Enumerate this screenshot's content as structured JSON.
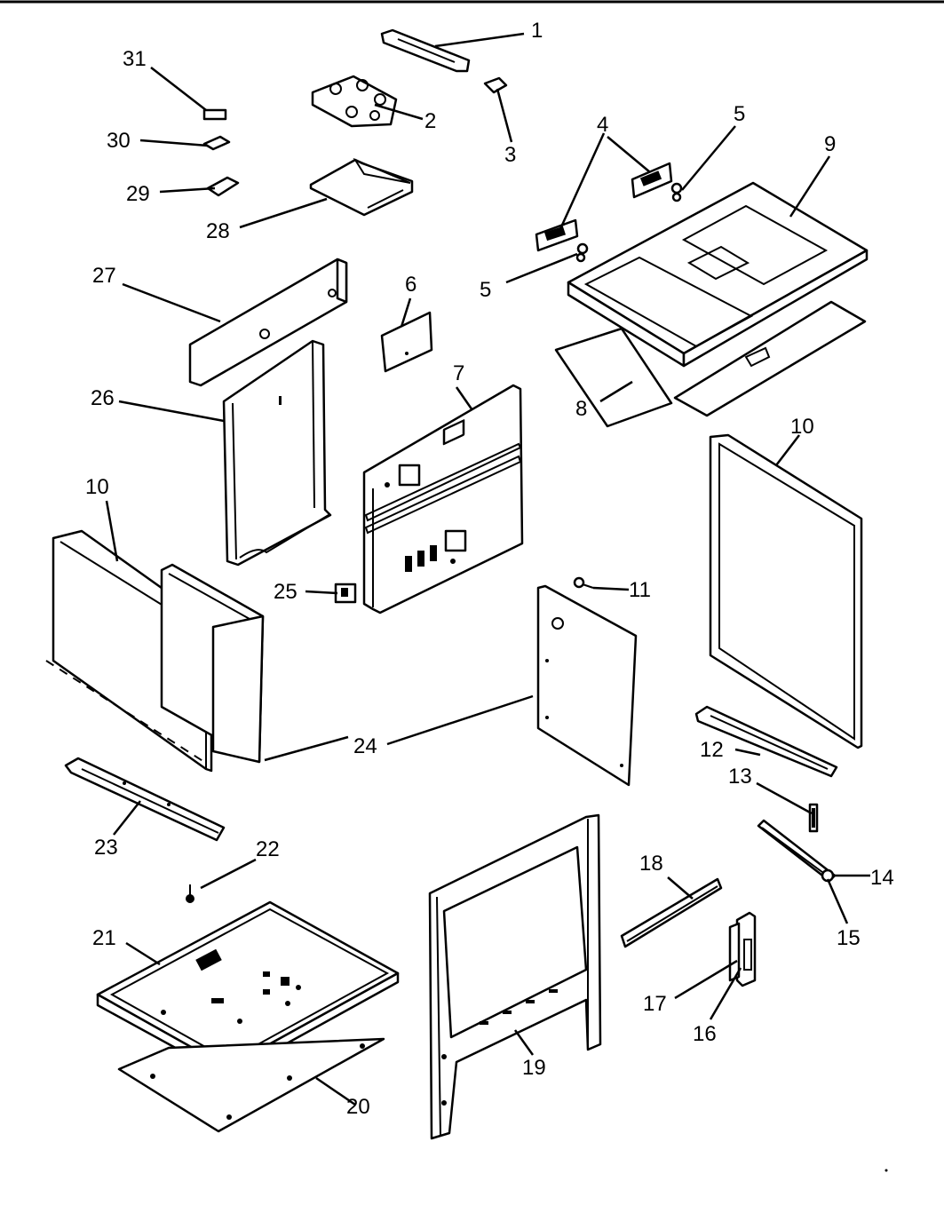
{
  "callouts": [
    "1",
    "2",
    "3",
    "4",
    "5",
    "5",
    "6",
    "7",
    "8",
    "9",
    "10",
    "10",
    "11",
    "12",
    "13",
    "14",
    "15",
    "16",
    "17",
    "18",
    "19",
    "20",
    "21",
    "22",
    "23",
    "24",
    "25",
    "26",
    "27",
    "28",
    "29",
    "30",
    "31"
  ]
}
